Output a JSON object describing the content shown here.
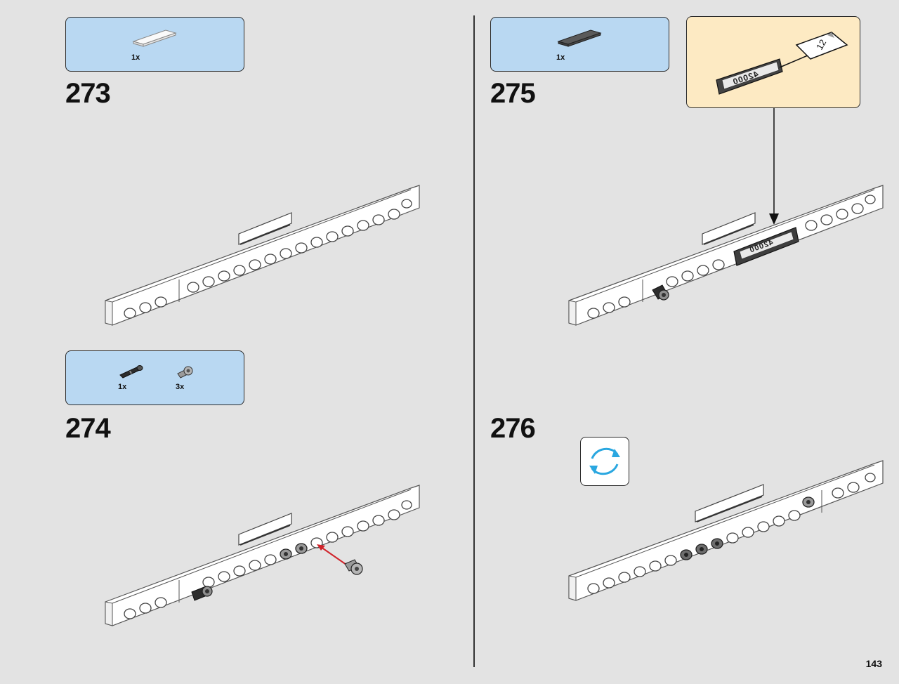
{
  "page_number": "143",
  "steps": [
    {
      "number": "273",
      "parts": [
        {
          "qty": "1x",
          "icon": "white-tile-1x4-icon"
        }
      ]
    },
    {
      "number": "274",
      "parts": [
        {
          "qty": "1x",
          "icon": "black-axle-pin-icon"
        },
        {
          "qty": "3x",
          "icon": "grey-bush-pin-icon"
        }
      ]
    },
    {
      "number": "275",
      "parts": [
        {
          "qty": "1x",
          "icon": "dark-grey-tile-1x4-icon"
        }
      ],
      "sticker": {
        "sheet_number": "12",
        "text": "42000"
      }
    },
    {
      "number": "276",
      "rotate_icon": "rotate-model-icon"
    }
  ],
  "colors": {
    "background": "#e3e3e3",
    "parts_callout": "#b9d8f2",
    "sticker_callout": "#fdeac3",
    "arrow_red": "#d0232a",
    "rotate_blue": "#2aa7e0"
  }
}
